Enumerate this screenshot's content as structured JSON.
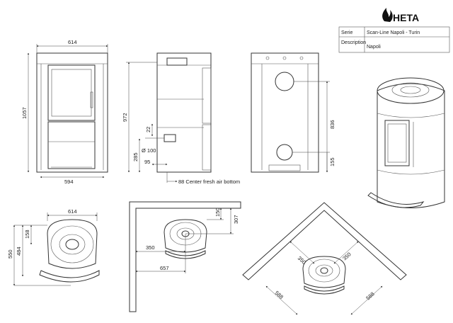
{
  "brand": {
    "name": "HETA"
  },
  "title_block": {
    "rows": [
      {
        "label": "Serie",
        "value": "Scan-Line Napoli - Turin"
      },
      {
        "label": "Description",
        "value": "Napoli"
      }
    ]
  },
  "front_view": {
    "width_top": "614",
    "width_bottom": "594",
    "height": "1057"
  },
  "side_view": {
    "height": "972",
    "pipe_height": "285",
    "pipe_offset": "22",
    "pipe_diameter": "Ø 100",
    "depth_offset": "95",
    "fresh_air_note": "88 Center fresh air bottom"
  },
  "back_view": {
    "outlet_top_height": "836",
    "inlet_height": "155"
  },
  "plan_view": {
    "width": "614",
    "depth_total": "550",
    "depth_inner": "484",
    "depth_center": "158"
  },
  "wall_clearance": {
    "side": "350",
    "back_outer": "307",
    "back_inner": "150",
    "front_total": "657"
  },
  "corner_clearance": {
    "left": "350",
    "right": "350",
    "diag_left": "588",
    "diag_right": "588"
  }
}
